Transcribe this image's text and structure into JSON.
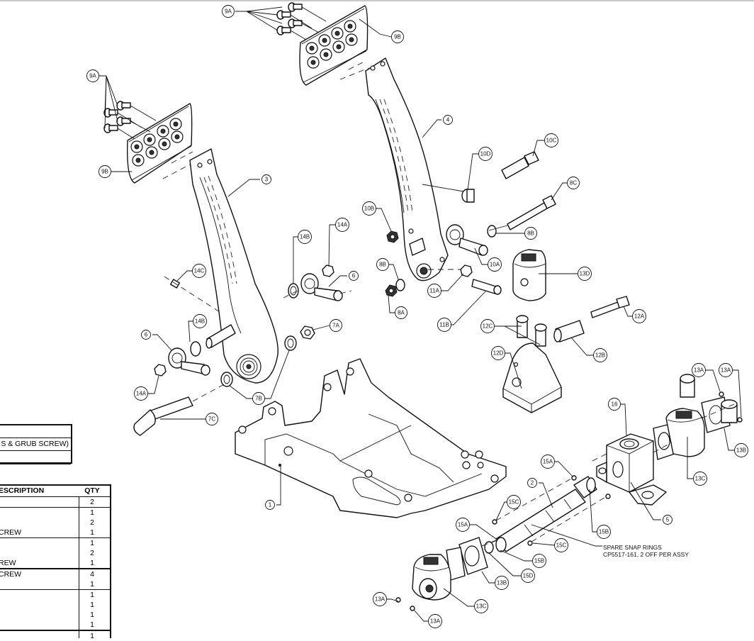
{
  "drawing": {
    "type": "exploded-assembly",
    "subject": "pedal box assembly",
    "callouts": [
      {
        "id": "9A",
        "label": "9A"
      },
      {
        "id": "9B",
        "label": "9B"
      },
      {
        "id": "9A-left",
        "label": "9A"
      },
      {
        "id": "9B-left",
        "label": "9B"
      },
      {
        "id": "3",
        "label": "3"
      },
      {
        "id": "4",
        "label": "4"
      },
      {
        "id": "10C",
        "label": "10C"
      },
      {
        "id": "10D",
        "label": "10D"
      },
      {
        "id": "8C",
        "label": "8C"
      },
      {
        "id": "10B",
        "label": "10B"
      },
      {
        "id": "8B-right",
        "label": "8B"
      },
      {
        "id": "10A",
        "label": "10A"
      },
      {
        "id": "13D",
        "label": "13D"
      },
      {
        "id": "8B-left",
        "label": "8B"
      },
      {
        "id": "8A",
        "label": "8A"
      },
      {
        "id": "11A",
        "label": "11A"
      },
      {
        "id": "11B",
        "label": "11B"
      },
      {
        "id": "14A-right",
        "label": "14A"
      },
      {
        "id": "14B-right",
        "label": "14B"
      },
      {
        "id": "6-right",
        "label": "6"
      },
      {
        "id": "14C",
        "label": "14C"
      },
      {
        "id": "14B-left",
        "label": "14B"
      },
      {
        "id": "6-left",
        "label": "6"
      },
      {
        "id": "7A",
        "label": "7A"
      },
      {
        "id": "14A-left",
        "label": "14A"
      },
      {
        "id": "7B",
        "label": "7B"
      },
      {
        "id": "7C",
        "label": "7C"
      },
      {
        "id": "12C",
        "label": "12C"
      },
      {
        "id": "12A",
        "label": "12A"
      },
      {
        "id": "12B",
        "label": "12B"
      },
      {
        "id": "12D",
        "label": "12D"
      },
      {
        "id": "1",
        "label": "1"
      },
      {
        "id": "16",
        "label": "16"
      },
      {
        "id": "13A-r1",
        "label": "13A"
      },
      {
        "id": "13A-r2",
        "label": "13A"
      },
      {
        "id": "13B-right",
        "label": "13B"
      },
      {
        "id": "13C-right",
        "label": "13C"
      },
      {
        "id": "5",
        "label": "5"
      },
      {
        "id": "15A-top",
        "label": "15A"
      },
      {
        "id": "2",
        "label": "2"
      },
      {
        "id": "15C-top",
        "label": "15C"
      },
      {
        "id": "15B-right",
        "label": "15B"
      },
      {
        "id": "15A-left",
        "label": "15A"
      },
      {
        "id": "15C-low",
        "label": "15C"
      },
      {
        "id": "15B-low",
        "label": "15B"
      },
      {
        "id": "15D",
        "label": "15D"
      },
      {
        "id": "13B-left",
        "label": "13B"
      },
      {
        "id": "13A-l1",
        "label": "13A"
      },
      {
        "id": "13C-left",
        "label": "13C"
      },
      {
        "id": "13A-l2",
        "label": "13A"
      }
    ],
    "notes": {
      "spare_line1": "SPARE SNAP RINGS",
      "spare_line2": "CP5517-161, 2 OFF PER ASSY"
    }
  },
  "title_box": {
    "rows": [
      "",
      "S & GRUB SCREW)",
      "",
      ""
    ]
  },
  "bom": {
    "headers": {
      "description": "ESCRIPTION",
      "qty": "QTY"
    },
    "rows": [
      {
        "description": "",
        "qty": "2"
      },
      {
        "description": "",
        "qty": "1"
      },
      {
        "description": "",
        "qty": "2"
      },
      {
        "description": "CREW",
        "qty": "1"
      },
      {
        "description": "",
        "qty": "1"
      },
      {
        "description": "",
        "qty": "2"
      },
      {
        "description": "REW",
        "qty": "1"
      },
      {
        "description": "CREW",
        "qty": "4"
      },
      {
        "description": "",
        "qty": "1"
      },
      {
        "description": "",
        "qty": "1"
      },
      {
        "description": "",
        "qty": "1"
      },
      {
        "description": "",
        "qty": "1"
      },
      {
        "description": "",
        "qty": "1"
      },
      {
        "description": "",
        "qty": "1"
      }
    ]
  }
}
